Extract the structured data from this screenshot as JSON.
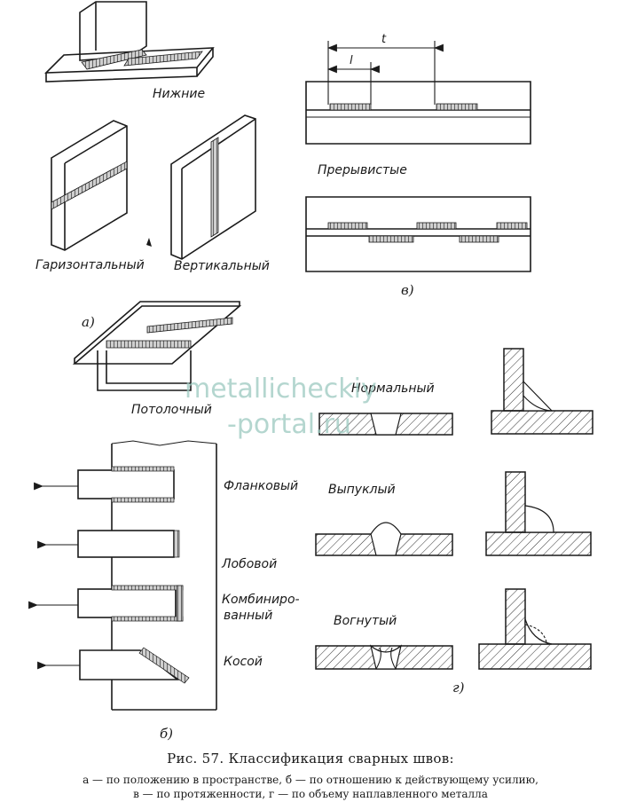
{
  "labels": {
    "nizhnie": "Нижние",
    "gorizontalny": "Гаризонтальный",
    "vertikalny": "Вертикальный",
    "potolochny": "Потолочный",
    "preryvistye": "Прерывистые",
    "t": "t",
    "l": "l",
    "normalny": "Нормальный",
    "vypukly": "Выпуклый",
    "vognuty": "Вогнутый",
    "flankovy": "Фланковый",
    "lobovoy": "Лобовой",
    "kombinirovanny_1": "Комбиниро-",
    "kombinirovanny_2": "ванный",
    "kosoy": "Косой"
  },
  "letters": {
    "a": "а)",
    "b": "б)",
    "v": "в)",
    "g": "г)"
  },
  "watermark": {
    "line1": "metallicheckiy",
    "line2": "-portal.ru"
  },
  "caption": {
    "title": "Рис. 57. Классификация сварных швов:",
    "line1": "а — по положению в пространстве, б — по отношению к действующему усилию,",
    "line2": "в — по протяженности, г — по объему наплавленного металла"
  }
}
